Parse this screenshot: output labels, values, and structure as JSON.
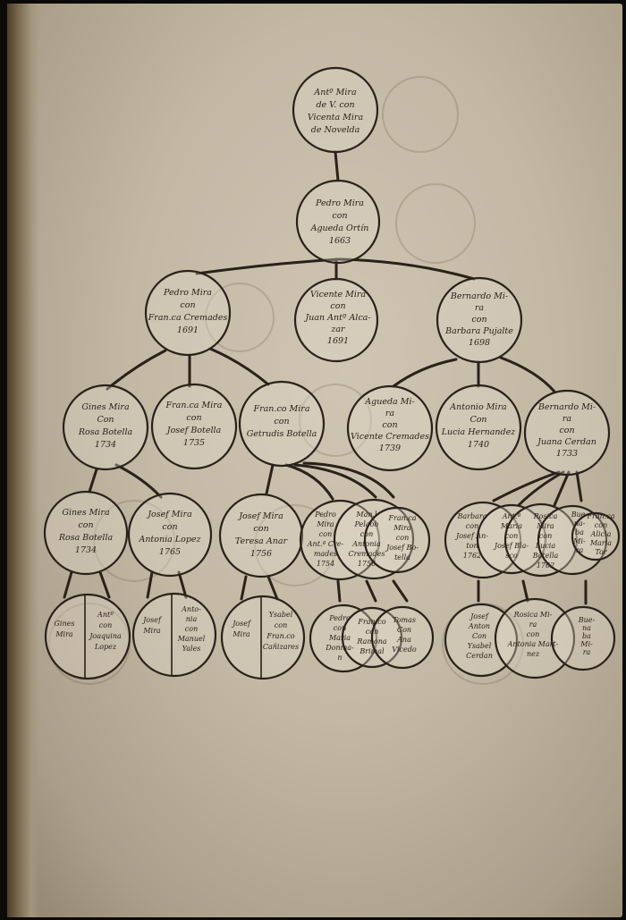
{
  "nodes": {
    "n1": [
      "Antº Mira",
      "de V. con",
      "Vicenta Mira",
      "de Novelda"
    ],
    "n2": [
      "Pedro Mira",
      "con",
      "Agueda Ortín",
      "1663"
    ],
    "n3a": [
      "Pedro Mira",
      "con",
      "Fran.ca Cremades",
      "1691"
    ],
    "n3b": [
      "Vicente Mira",
      "con",
      "Juan Antº Alca-",
      "zar",
      "1691"
    ],
    "n3c": [
      "Bernardo Mi-",
      "ra",
      "con",
      "Barbara Pujalte",
      "1698"
    ],
    "n4a": [
      "Gines Mira",
      "Con",
      "Rosa Botella",
      "1734"
    ],
    "n4b": [
      "Fran.ca Mira",
      "con",
      "Josef Botella",
      "1735"
    ],
    "n4c": [
      "Fran.co Mira",
      "con",
      "Getrudis Botella"
    ],
    "n4d": [
      "Agueda Mi-",
      "ra",
      "con",
      "Vicente Cremades",
      "1739"
    ],
    "n4e": [
      "Antonio Mira",
      "Con",
      "Lucia Hernandez",
      "1740"
    ],
    "n4f": [
      "Bernardo Mi-",
      "ra",
      "con",
      "Juana Cerdan",
      "1733"
    ],
    "n5a": [
      "Gines Mira",
      "con",
      "Rosa Botella",
      "1734"
    ],
    "n5b": [
      "Josef Mira",
      "con",
      "Antonia Lopez",
      "1765"
    ],
    "n5c": [
      "Josef Mira",
      "con",
      "Teresa Anar",
      "1756"
    ],
    "n5d": [
      "Pedro",
      "Mira",
      "con",
      "Ant.ª Cre-",
      "mades",
      "1754"
    ],
    "n5e": [
      "Man.l",
      "Pelaoh",
      "con",
      "Antonia",
      "Cremades",
      "1756"
    ],
    "n5f": [
      "Fran.ca",
      "Mira",
      "con",
      "Josef Bo-",
      "tella"
    ],
    "n5g": [
      "Barbara",
      "con",
      "Josef An-",
      "ton",
      "1762"
    ],
    "n5h": [
      "Ant.ª",
      "Maria",
      "con",
      "Josef Bla-",
      "sco"
    ],
    "n5i": [
      "Rosica",
      "Mira",
      "con",
      "Lucia",
      "Botella",
      "1762"
    ],
    "n5j": [
      "Bue-",
      "na-",
      "ba",
      "Mi-",
      "ra"
    ],
    "n5k": [
      "Fran.ca",
      "con",
      "Alicia",
      "Maria",
      "Tor"
    ],
    "n6a1": [
      "Gines",
      "Mira"
    ],
    "n6a2": [
      "Antº",
      "con",
      "Joaquina",
      "Lopez"
    ],
    "n6b1": [
      "Josef",
      "Mira"
    ],
    "n6b2": [
      "Anto-",
      "nia",
      "con",
      "Manuel",
      "Yales"
    ],
    "n6c1": [
      "Josef",
      "Mira"
    ],
    "n6c2": [
      "Ysabel",
      "con",
      "Fran.co",
      "Cañizares"
    ],
    "n6d": [
      "Pedro",
      "con",
      "Maria",
      "Donma-",
      "n"
    ],
    "n6e": [
      "Fran.co",
      "con",
      "Ramona",
      "Brimal"
    ],
    "n6f": [
      "Tomas",
      "Con",
      "Ana",
      "Vicedo"
    ],
    "n6g": [
      "Josef",
      "Anton",
      "Con",
      "Ysabel",
      "Cerdan"
    ],
    "n6h": [
      "Rosica Mi-",
      "ra",
      "con",
      "Antonia Mart-",
      "nez"
    ],
    "n6i": [
      "Bue-",
      "na",
      "ba",
      "Mi-",
      "ra"
    ]
  }
}
